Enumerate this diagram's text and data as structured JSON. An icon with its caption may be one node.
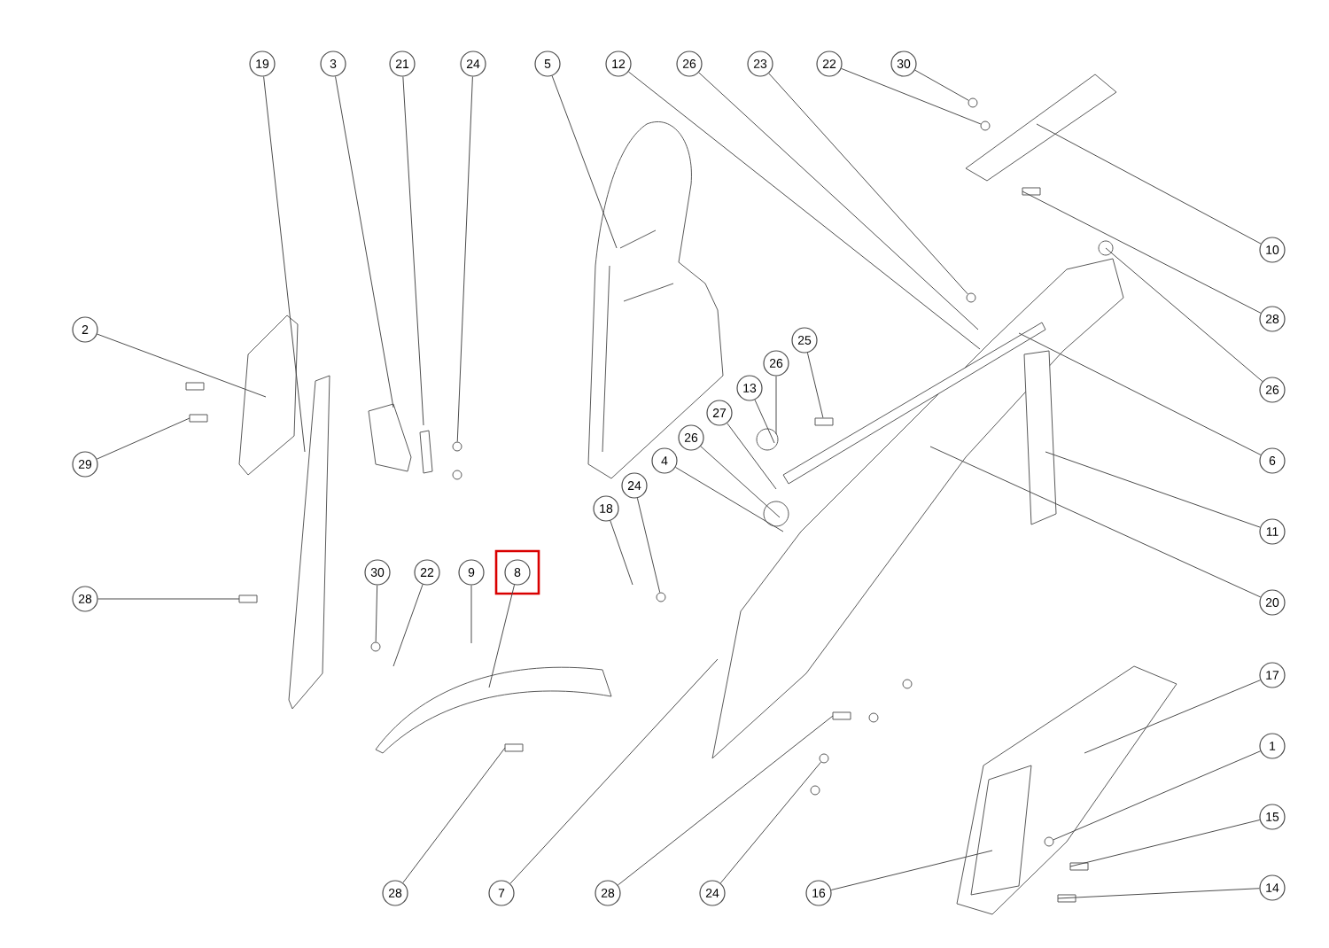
{
  "diagram": {
    "nodes": [
      {
        "text": [
          "19"
        ]
      },
      {
        "text": [
          "3"
        ]
      },
      {
        "text": [
          "21"
        ]
      },
      {
        "text": [
          "24"
        ]
      },
      {
        "text": [
          "5"
        ]
      },
      {
        "text": [
          "12"
        ]
      },
      {
        "text": [
          "26"
        ]
      },
      {
        "text": [
          "23"
        ]
      },
      {
        "text": [
          "22"
        ]
      },
      {
        "text": [
          "30"
        ]
      },
      {
        "text": [
          "10"
        ]
      },
      {
        "text": [
          "28"
        ]
      },
      {
        "text": [
          "2"
        ]
      },
      {
        "text": [
          "25"
        ]
      },
      {
        "text": [
          "26"
        ]
      },
      {
        "text": [
          "13"
        ]
      },
      {
        "text": [
          "26"
        ]
      },
      {
        "text": [
          "27"
        ]
      },
      {
        "text": [
          "26"
        ]
      },
      {
        "text": [
          "4"
        ]
      },
      {
        "text": [
          "6"
        ]
      },
      {
        "text": [
          "29"
        ]
      },
      {
        "text": [
          "24"
        ]
      },
      {
        "text": [
          "18"
        ]
      },
      {
        "text": [
          "11"
        ]
      },
      {
        "text": [
          "30"
        ]
      },
      {
        "text": [
          "22"
        ]
      },
      {
        "text": [
          "9"
        ]
      },
      {
        "text": [
          "8"
        ]
      },
      {
        "text": [
          "28"
        ]
      },
      {
        "text": [
          "20"
        ]
      },
      {
        "text": [
          "17"
        ]
      },
      {
        "text": [
          "1"
        ]
      },
      {
        "text": [
          "15"
        ]
      },
      {
        "text": [
          "14"
        ]
      },
      {
        "text": [
          "28"
        ]
      },
      {
        "text": [
          "7"
        ]
      },
      {
        "text": [
          "28"
        ]
      },
      {
        "text": [
          "24"
        ]
      },
      {
        "text": [
          "16"
        ]
      },
      {
        "text": [],
        "shape": "circle"
      },
      {
        "text": [],
        "shape": "circle"
      },
      {
        "text": [],
        "shape": "circle"
      },
      {
        "text": [],
        "shape": "box"
      },
      {
        "text": [],
        "shape": "circle"
      },
      {
        "text": [],
        "shape": "circle"
      },
      {
        "text": [],
        "shape": "circle"
      },
      {
        "text": [],
        "shape": "circle"
      },
      {
        "text": [],
        "shape": "circle"
      }
    ],
    "edges": [
      {
        "from": 0,
        "to": null,
        "arrow": "none"
      },
      {
        "from": 1,
        "to": null,
        "arrow": "none"
      },
      {
        "from": 2,
        "to": null,
        "arrow": "none"
      },
      {
        "from": 3,
        "to": 44,
        "arrow": "none"
      },
      {
        "from": 4,
        "to": null,
        "arrow": "none"
      },
      {
        "from": 5,
        "to": null,
        "arrow": "none"
      },
      {
        "from": 6,
        "to": null,
        "arrow": "none"
      },
      {
        "from": 7,
        "to": 42,
        "arrow": "none"
      },
      {
        "from": 8,
        "to": 41,
        "arrow": "none"
      },
      {
        "from": 9,
        "to": 40,
        "arrow": "none"
      },
      {
        "from": 10,
        "to": null,
        "arrow": "none"
      },
      {
        "from": 11,
        "to": null,
        "arrow": "none"
      },
      {
        "from": 12,
        "to": null,
        "arrow": "none"
      },
      {
        "from": 13,
        "to": 43,
        "arrow": "none"
      },
      {
        "from": 14,
        "to": null,
        "arrow": "none"
      },
      {
        "from": 15,
        "to": null,
        "arrow": "none"
      },
      {
        "from": 16,
        "to": null,
        "arrow": "none"
      },
      {
        "from": 17,
        "to": null,
        "arrow": "none"
      },
      {
        "from": 18,
        "to": null,
        "arrow": "none"
      },
      {
        "from": 19,
        "to": null,
        "arrow": "none"
      },
      {
        "from": 20,
        "to": null,
        "arrow": "none"
      },
      {
        "from": 21,
        "to": null,
        "arrow": "none"
      },
      {
        "from": 22,
        "to": 45,
        "arrow": "none"
      },
      {
        "from": 23,
        "to": null,
        "arrow": "none"
      },
      {
        "from": 24,
        "to": null,
        "arrow": "none"
      },
      {
        "from": 25,
        "to": 46,
        "arrow": "none"
      },
      {
        "from": 26,
        "to": null,
        "arrow": "none"
      },
      {
        "from": 27,
        "to": null,
        "arrow": "none"
      },
      {
        "from": 28,
        "to": null,
        "arrow": "none"
      },
      {
        "from": 29,
        "to": null,
        "arrow": "none"
      },
      {
        "from": 30,
        "to": null,
        "arrow": "none"
      },
      {
        "from": 31,
        "to": null,
        "arrow": "none"
      },
      {
        "from": 32,
        "to": 48,
        "arrow": "none"
      },
      {
        "from": 33,
        "to": null,
        "arrow": "none"
      },
      {
        "from": 34,
        "to": null,
        "arrow": "none"
      },
      {
        "from": 35,
        "to": null,
        "arrow": "none"
      },
      {
        "from": 36,
        "to": null,
        "arrow": "none"
      },
      {
        "from": 37,
        "to": null,
        "arrow": "none"
      },
      {
        "from": 38,
        "to": 47,
        "arrow": "none"
      },
      {
        "from": 39,
        "to": null,
        "arrow": "none"
      }
    ]
  }
}
